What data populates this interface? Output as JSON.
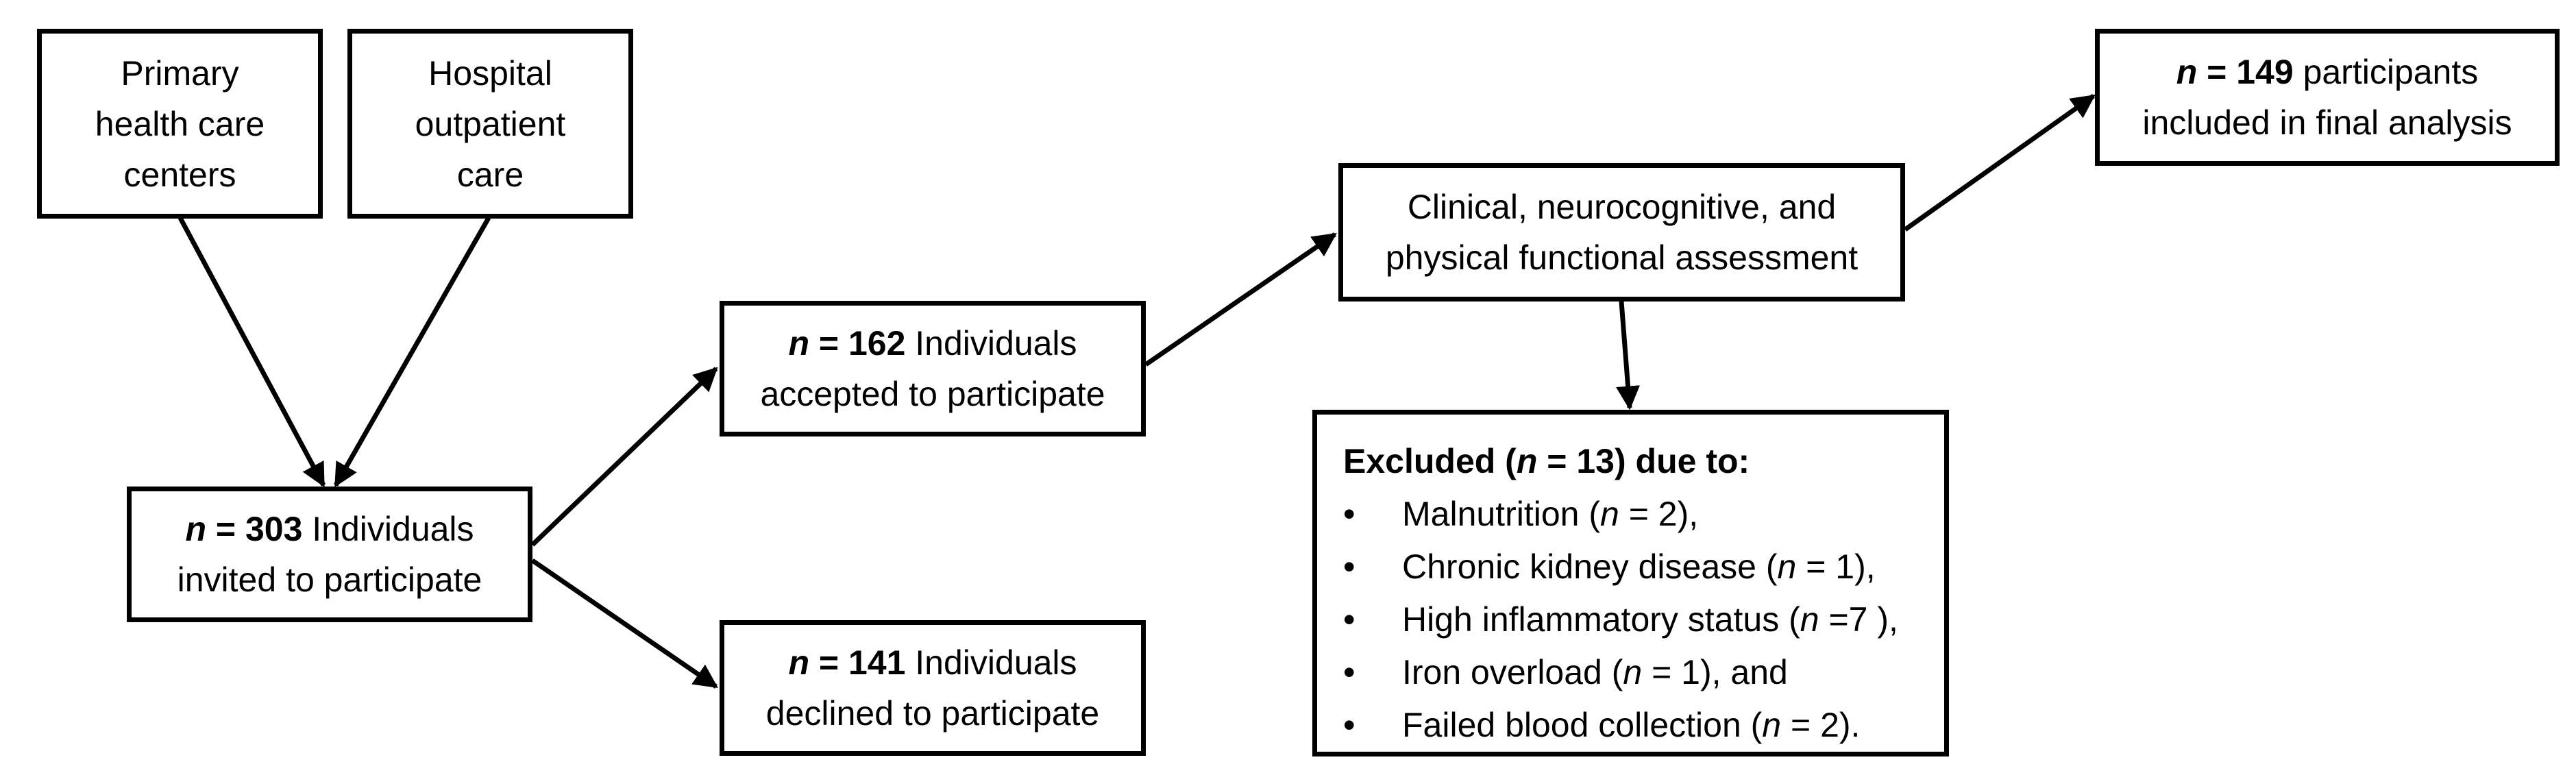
{
  "nodes": {
    "primary_care": {
      "lines": [
        "Primary",
        "health care",
        "centers"
      ]
    },
    "hospital": {
      "lines": [
        "Hospital",
        "outpatient",
        "care"
      ]
    },
    "invited": {
      "n_label": "n",
      "n_value": " = 303",
      "rest": " Individuals",
      "line2": "invited to participate"
    },
    "accepted": {
      "n_label": "n",
      "n_value": " = 162",
      "rest": " Individuals",
      "line2": "accepted to participate"
    },
    "declined": {
      "n_label": "n",
      "n_value": " = 141",
      "rest": " Individuals",
      "line2": "declined to participate"
    },
    "assessment": {
      "lines": [
        "Clinical, neurocognitive, and",
        "physical functional assessment"
      ]
    },
    "final": {
      "n_label": "n",
      "n_value": " = 149",
      "rest": " participants",
      "line2": "included in final analysis"
    },
    "excluded": {
      "heading_pre": "Excluded (",
      "heading_n": "n",
      "heading_post": " = 13) due to:",
      "bullet": "•",
      "items": [
        {
          "pre": "Malnutrition (",
          "n": "n",
          "post": " = 2),"
        },
        {
          "pre": "Chronic kidney disease (",
          "n": "n",
          "post": " = 1),"
        },
        {
          "pre": "High inflammatory status (",
          "n": "n",
          "post": " =7 ),"
        },
        {
          "pre": "Iron overload (",
          "n": "n",
          "post": " = 1), and"
        },
        {
          "pre": "Failed blood collection (",
          "n": "n",
          "post": " = 2)."
        }
      ]
    }
  }
}
